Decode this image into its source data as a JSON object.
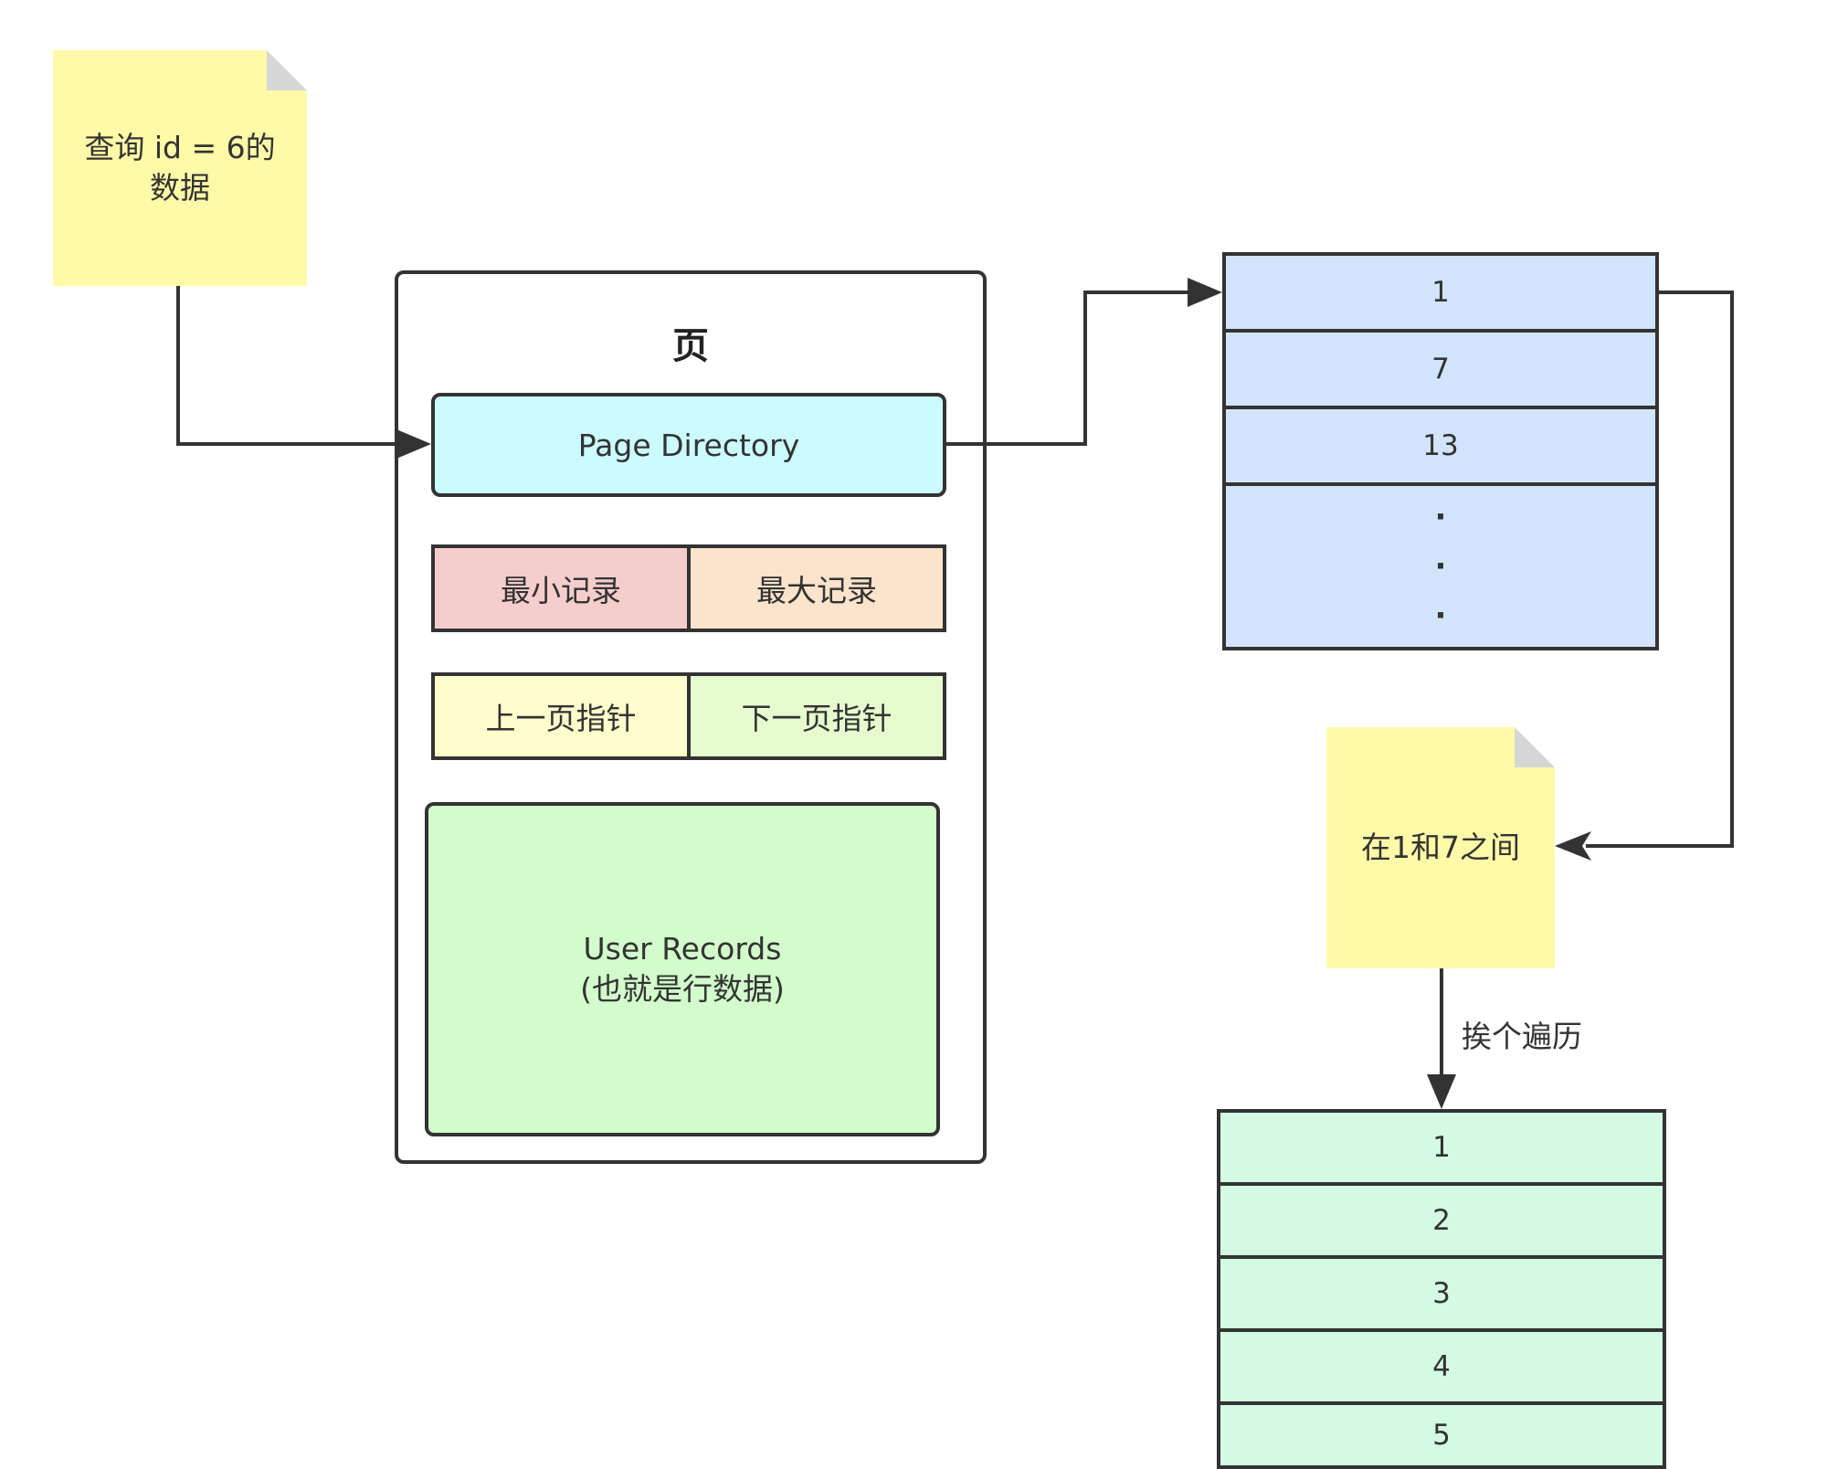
{
  "query_note": {
    "line1": "查询 id = 6的",
    "line2": "数据"
  },
  "page": {
    "title": "页",
    "page_directory": "Page Directory",
    "min_record": "最小记录",
    "max_record": "最大记录",
    "prev_pointer": "上一页指针",
    "next_pointer": "下一页指针",
    "user_records_line1": "User Records",
    "user_records_line2": "(也就是行数据)"
  },
  "directory_slots": [
    "1",
    "7",
    "13"
  ],
  "directory_dots": [
    "·",
    "·",
    "·"
  ],
  "between_note": "在1和7之间",
  "traverse_label": "挨个遍历",
  "records": [
    "1",
    "2",
    "3",
    "4",
    "5"
  ],
  "colors": {
    "note": "#fffaa8",
    "page_directory": "#ccfbff",
    "min_record": "#f6cdcd",
    "max_record": "#fbe3cc",
    "prev_pointer": "#fffdcc",
    "next_pointer": "#e6fccf",
    "user_records": "#d2fccb",
    "directory_slot": "#d2e4fb",
    "record_row": "#d3fbe3"
  }
}
